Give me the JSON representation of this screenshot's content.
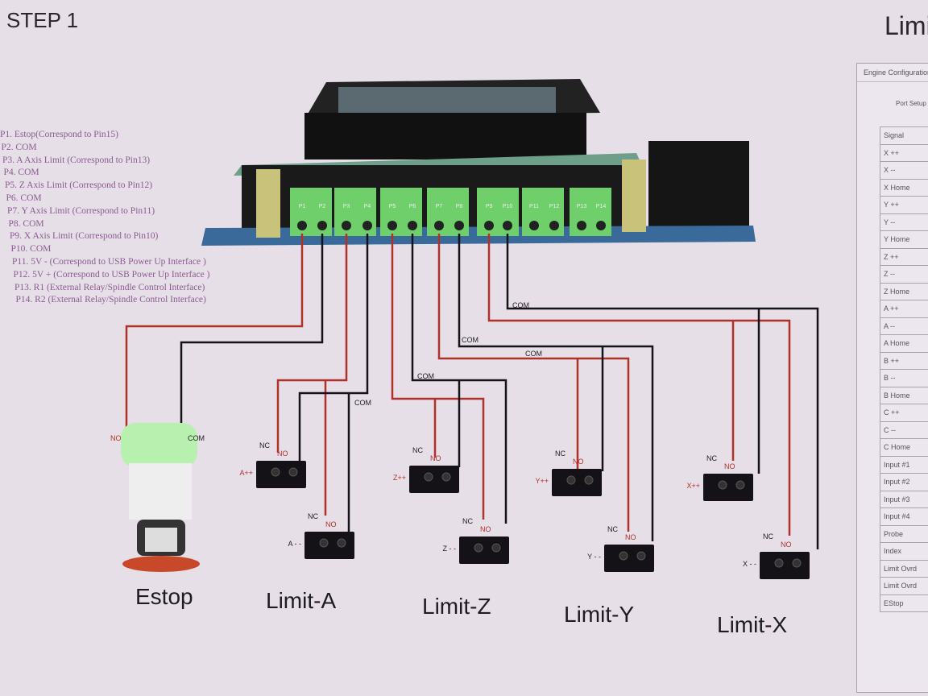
{
  "header": {
    "step": "STEP 1",
    "right_title": "Limit"
  },
  "pin_list": [
    "P1. Estop(Correspond to Pin15)",
    "P2. COM",
    "P3. A Axis Limit (Correspond to Pin13)",
    "P4. COM",
    "P5. Z Axis Limit (Correspond to Pin12)",
    "P6. COM",
    "P7. Y Axis Limit (Correspond to Pin11)",
    "P8. COM",
    "P9. X Axis Limit (Correspond to Pin10)",
    "P10. COM",
    "P11. 5V -  (Correspond to USB Power Up Interface )",
    "P12. 5V +  (Correspond to USB Power Up Interface )",
    "P13.  R1 (External Relay/Spindle Control Interface)",
    "P14.  R2 (External Relay/Spindle Control Interface)"
  ],
  "terminals": [
    "P1",
    "P2",
    "P3",
    "P4",
    "P5",
    "P6",
    "P7",
    "P8",
    "P9",
    "P10",
    "P11",
    "P12",
    "P13",
    "P14"
  ],
  "wire_labels": {
    "no": "NO",
    "nc": "NC",
    "com": "COM"
  },
  "groups": [
    {
      "name": "Estop"
    },
    {
      "name": "Limit-A",
      "plus": "A++",
      "minus": "A - -"
    },
    {
      "name": "Limit-Z",
      "plus": "Z++",
      "minus": "Z - -"
    },
    {
      "name": "Limit-Y",
      "plus": "Y++",
      "minus": "Y - -"
    },
    {
      "name": "Limit-X",
      "plus": "X++",
      "minus": "X - -"
    }
  ],
  "config_window": {
    "title": "Engine Configuration",
    "subtitle": "Port Setup",
    "header": "Signal",
    "signals": [
      "X ++",
      "X --",
      "X Home",
      "Y ++",
      "Y --",
      "Y Home",
      "Z ++",
      "Z --",
      "Z Home",
      "A ++",
      "A --",
      "A Home",
      "B ++",
      "B --",
      "B Home",
      "C ++",
      "C --",
      "C Home",
      "Input #1",
      "Input #2",
      "Input #3",
      "Input #4",
      "Probe",
      "Index",
      "Limit Ovrd",
      "Limit Ovrd",
      "EStop"
    ]
  },
  "colors": {
    "red_wire": "#b0302a",
    "black_wire": "#15121a",
    "terminal": "#6fcf6a",
    "pcb": "#3a6a9a"
  }
}
